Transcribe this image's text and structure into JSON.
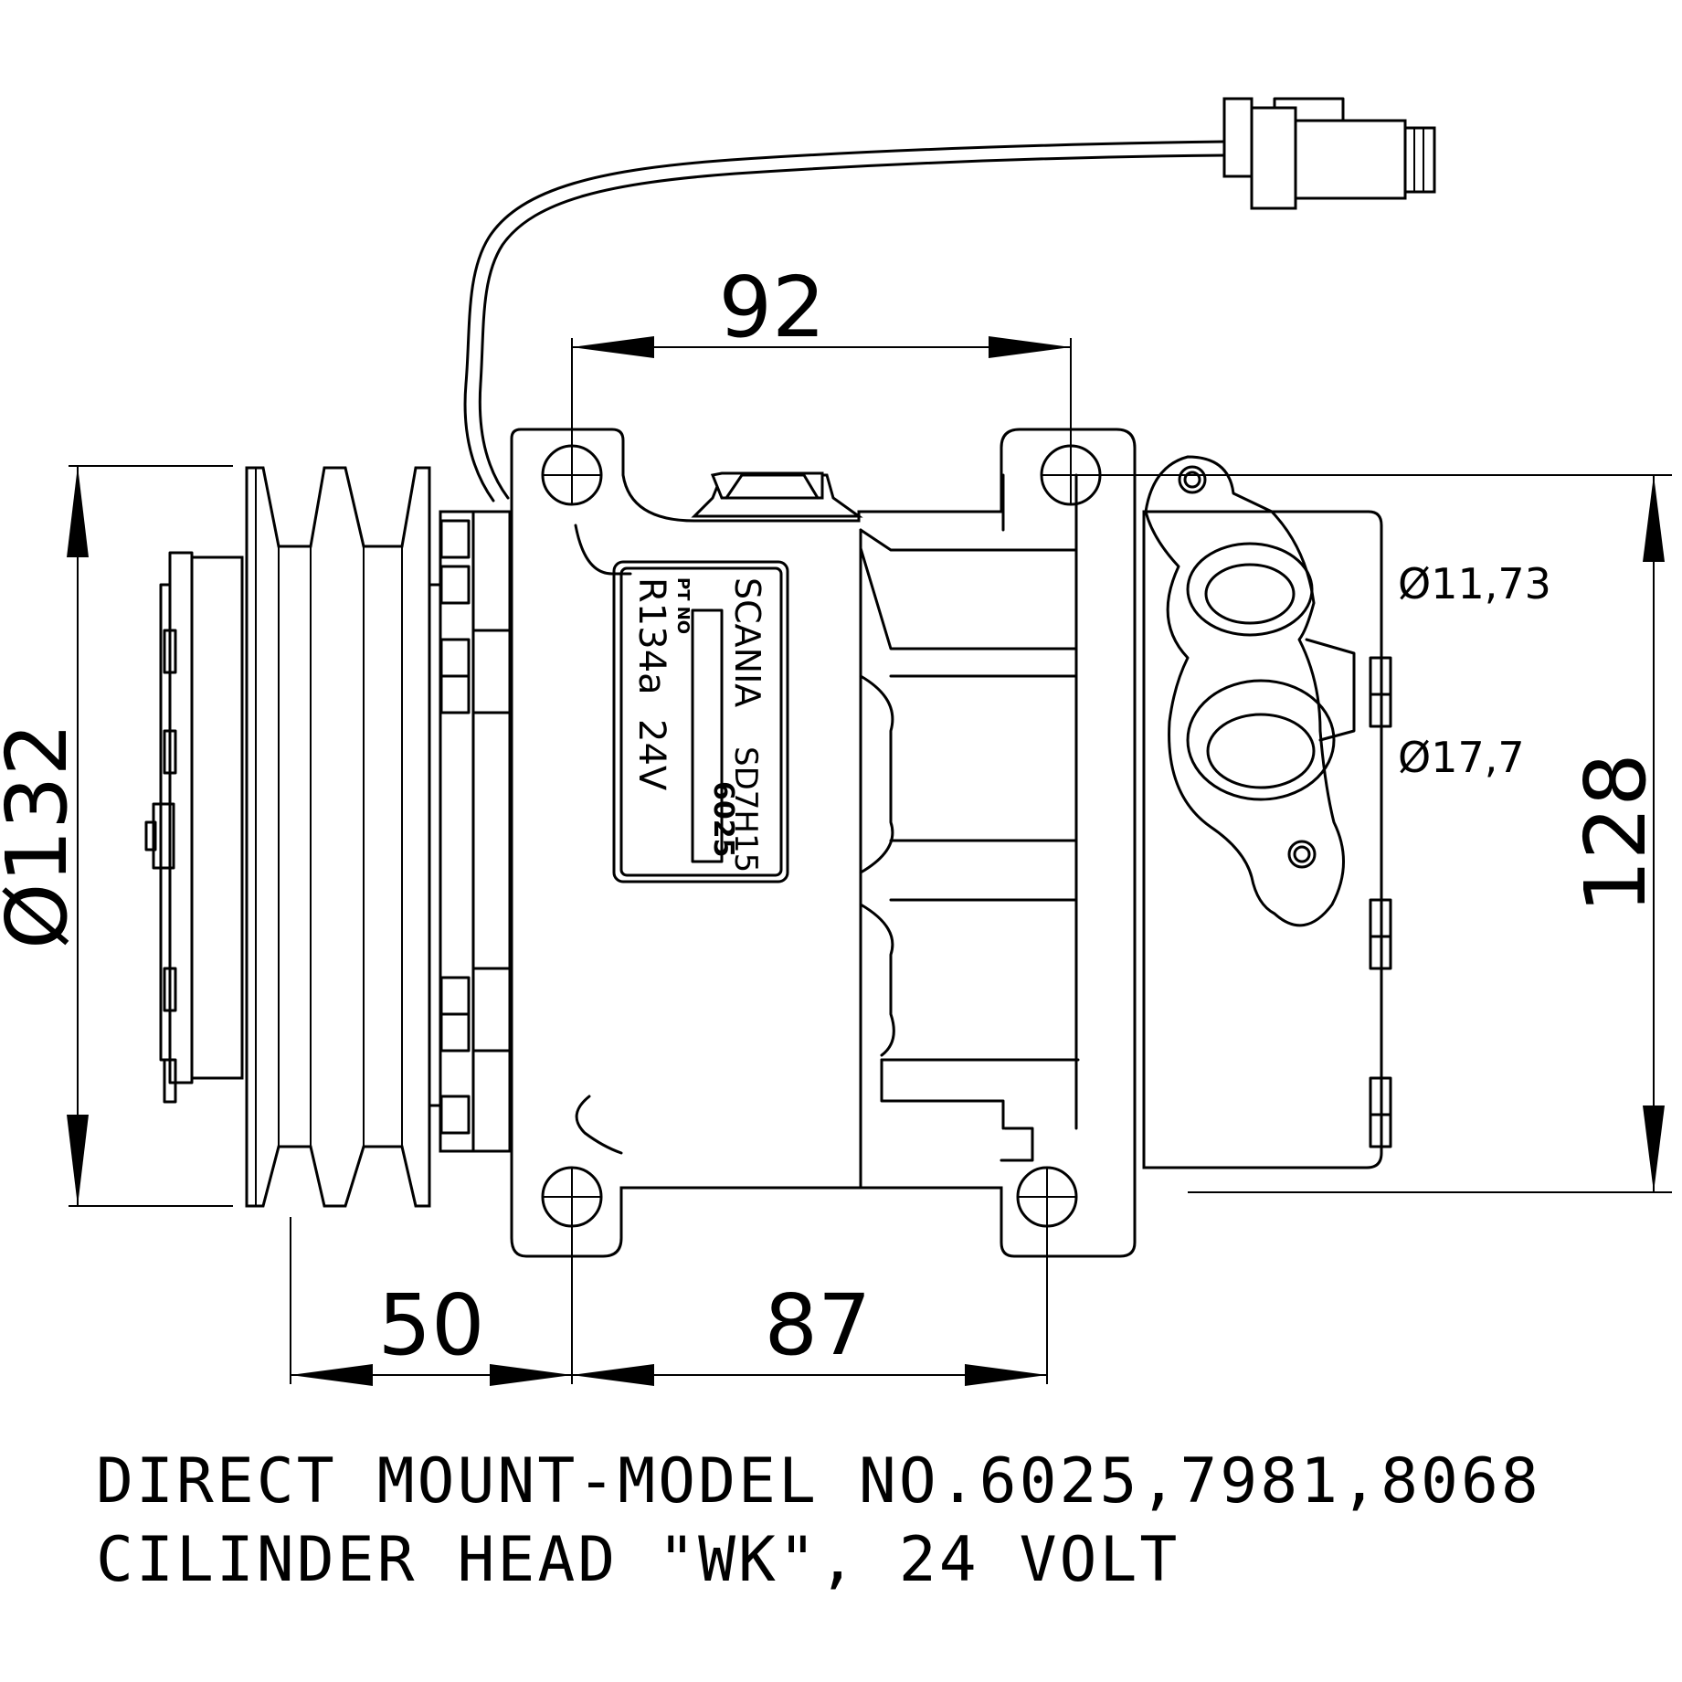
{
  "dimensions": {
    "top_width": "92",
    "left_diameter": "Ø132",
    "right_height": "128",
    "port_small": "Ø11,73",
    "port_large": "Ø17,7",
    "bottom_left": "50",
    "bottom_right": "87"
  },
  "nameplate": {
    "brand": "SCANIA",
    "model": "SD7H15",
    "pt_no_label": "PT NO",
    "pt_no": "6025",
    "refrigerant": "R134a",
    "voltage": "24V"
  },
  "caption": {
    "line1": "DIRECT MOUNT-MODEL NO.6025,7981,8068",
    "line2": "CILINDER HEAD \"WK\", 24 VOLT"
  }
}
